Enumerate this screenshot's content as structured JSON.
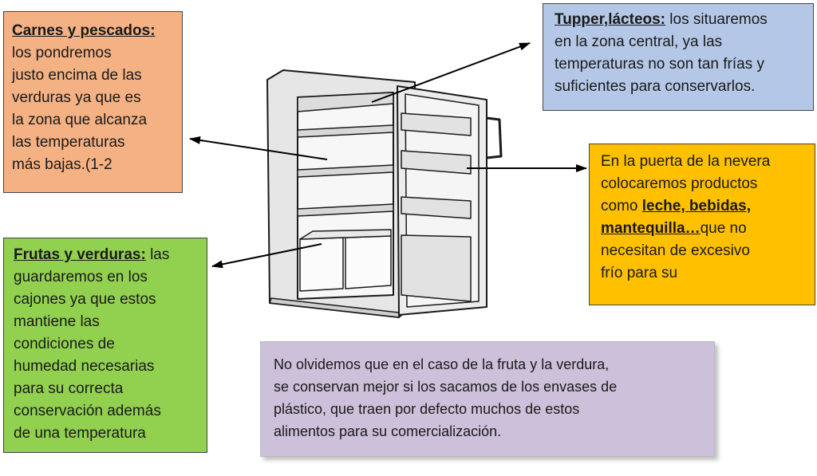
{
  "boxes": {
    "carnes": {
      "title": "Carnes y pescados:",
      "lines": [
        "los pondremos",
        "justo encima de las",
        "verduras ya que es",
        "la zona que alcanza",
        "las temperaturas",
        "más bajas.(1-2"
      ]
    },
    "tupper": {
      "title": "Tupper,lácteos:",
      "after_title": " los situaremos",
      "lines": [
        "en la zona central, ya las",
        "temperaturas no son tan frías y",
        "suficientes para conservarlos."
      ]
    },
    "puerta": {
      "lines_before": [
        "En la puerta de la nevera",
        "colocaremos productos"
      ],
      "line3_prefix": "como ",
      "line3_bold": "leche, bebidas,",
      "line4_bold": "mantequilla…",
      "line4_after": "que no",
      "lines_after": [
        "necesitan de excesivo",
        "frío para su"
      ]
    },
    "frutas": {
      "title": "Frutas y verduras:",
      "after_title": " las",
      "lines": [
        "guardaremos en los",
        "cajones ya que estos",
        "mantiene las",
        "condiciones de",
        "humedad necesarias",
        "para su correcta",
        "conservación además",
        "de una temperatura"
      ]
    },
    "nota": {
      "lines": [
        "No olvidemos que en el caso de la fruta y la verdura,",
        "se conservan mejor si los sacamos de los envases de",
        "plástico, que traen por defecto muchos de estos",
        "alimentos para su comercialización."
      ]
    }
  },
  "colors": {
    "carnes": "#f4b183",
    "tupper": "#b4c7e7",
    "puerta": "#ffc000",
    "frutas": "#92d050",
    "nota": "#ccc0da"
  }
}
